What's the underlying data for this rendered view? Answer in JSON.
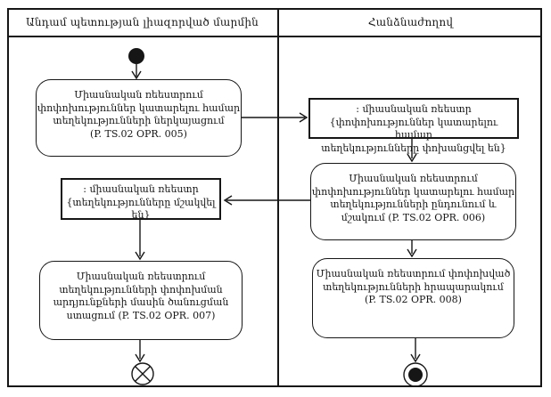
{
  "header": {
    "lanes": [
      {
        "title": "Անդամ պետության լիազորված մարմին"
      },
      {
        "title": "Հանձնաժողով"
      }
    ]
  },
  "nodes": {
    "opr005": {
      "lines": [
        "Միասնական ռեեստրում",
        "փոփոխություններ կատարելու համար",
        "տեղեկությունների ներկայացում",
        "(P. TS.02 OPR. 005)"
      ]
    },
    "registry_transferred": {
      "lines": [
        ": միասնական ռեեստր",
        "{փոփոխություններ կատարելու համար",
        "տեղեկությունները փոխանցվել են}"
      ]
    },
    "opr006": {
      "lines": [
        "Միասնական ռեեստրում",
        "փոփոխություններ կատարելու համար",
        "տեղեկությունների ընդունում և",
        "մշակում (P. TS.02 OPR. 006)"
      ]
    },
    "registry_processed": {
      "lines": [
        ": միասնական ռեեստր",
        "{տեղեկությունները մշակվել են}"
      ]
    },
    "opr007": {
      "lines": [
        "Միասնական ռեեստրում",
        "տեղեկությունների փոփոխման",
        "արդյունքների մասին ծանուցման",
        "ստացում (P. TS.02 OPR. 007)"
      ]
    },
    "opr008": {
      "lines": [
        "Միասնական ռեեստրում փոփոխված",
        "տեղեկությունների հրապարակում",
        "(P. TS.02 OPR. 008)"
      ]
    }
  },
  "colors": {
    "ink": "#161616",
    "background": "#ffffff"
  }
}
